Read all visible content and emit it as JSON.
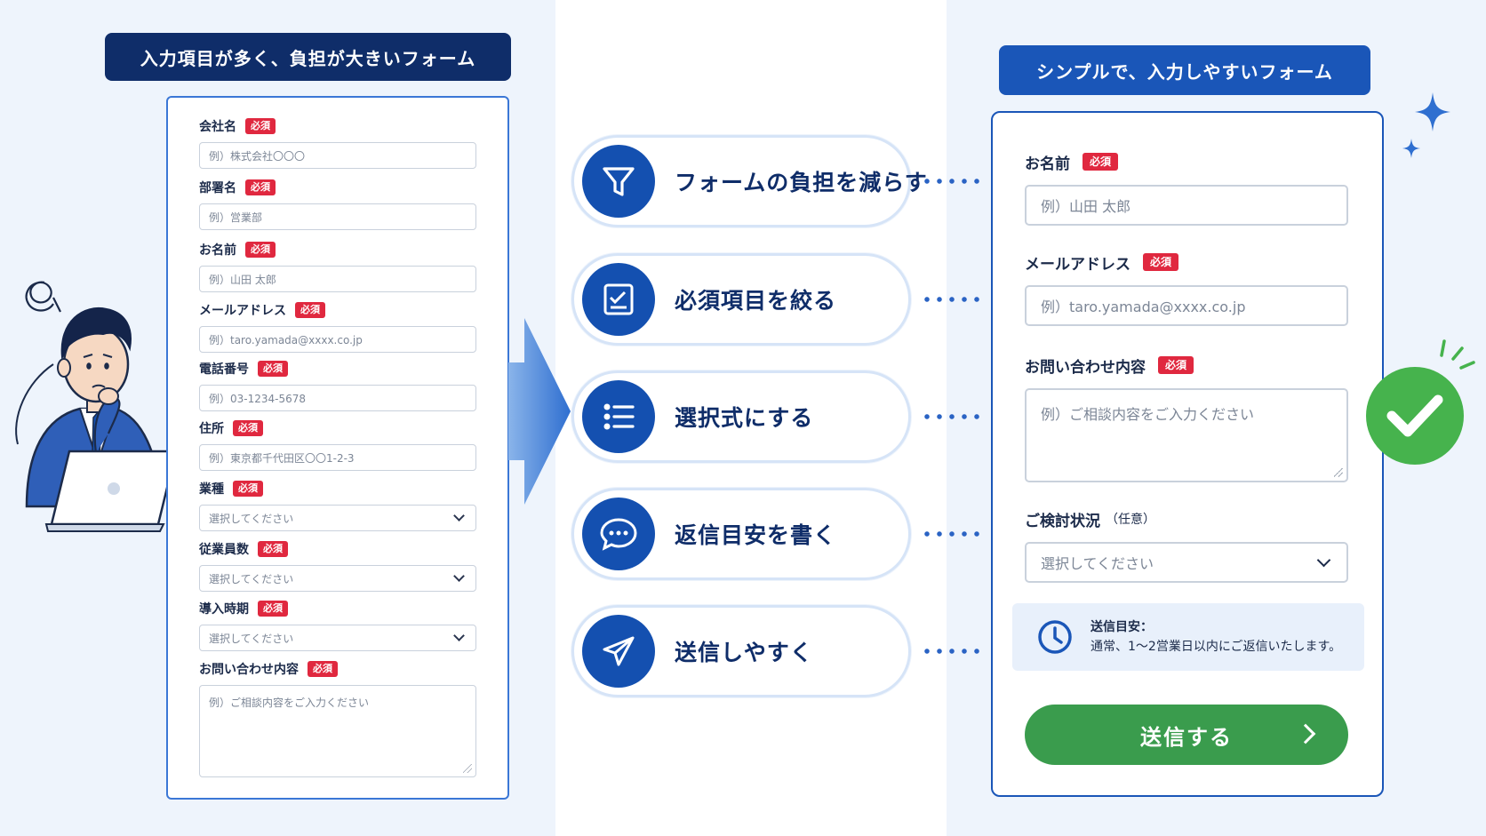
{
  "left": {
    "title": "入力項目が多く、負担が大きいフォーム",
    "required_badge": "必須",
    "fields": [
      {
        "label": "会社名",
        "placeholder": "例）株式会社〇〇〇",
        "type": "text"
      },
      {
        "label": "部署名",
        "placeholder": "例）営業部",
        "type": "text"
      },
      {
        "label": "お名前",
        "placeholder": "例）山田 太郎",
        "type": "text"
      },
      {
        "label": "メールアドレス",
        "placeholder": "例）taro.yamada@xxxx.co.jp",
        "type": "text"
      },
      {
        "label": "電話番号",
        "placeholder": "例）03-1234-5678",
        "type": "text"
      },
      {
        "label": "住所",
        "placeholder": "例）東京都千代田区〇〇1-2-3",
        "type": "text"
      },
      {
        "label": "業種",
        "placeholder": "選択してください",
        "type": "select"
      },
      {
        "label": "従業員数",
        "placeholder": "選択してください",
        "type": "select"
      },
      {
        "label": "導入時期",
        "placeholder": "選択してください",
        "type": "select"
      },
      {
        "label": "お問い合わせ内容",
        "placeholder": "例）ご相談内容をご入力ください",
        "type": "textarea"
      }
    ]
  },
  "tips": [
    {
      "text": "フォームの負担を減らす",
      "icon": "funnel-icon"
    },
    {
      "text": "必須項目を絞る",
      "icon": "checklist-icon"
    },
    {
      "text": "選択式にする",
      "icon": "list-icon"
    },
    {
      "text": "返信目安を書く",
      "icon": "chat-bubble-icon"
    },
    {
      "text": "送信しやすく",
      "icon": "paper-plane-icon"
    }
  ],
  "right": {
    "title": "シンプルで、入力しやすいフォーム",
    "required_badge": "必須",
    "name_label": "お名前",
    "name_placeholder": "例）山田 太郎",
    "email_label": "メールアドレス",
    "email_placeholder": "例）taro.yamada@xxxx.co.jp",
    "inquiry_label": "お問い合わせ内容",
    "inquiry_placeholder": "例）ご相談内容をご入力ください",
    "status_label": "ご検討状況",
    "status_optional": "（任意）",
    "status_placeholder": "選択してください",
    "notice_title": "送信目安：",
    "notice_body": "通常、1〜2営業日以内にご返信いたします。",
    "submit_label": "送信する"
  },
  "colors": {
    "navy": "#0f2d69",
    "blue": "#1a56b8",
    "required_red": "#e0283f",
    "submit_green": "#3a9c4d",
    "check_green": "#46b34d",
    "panel_bg": "#eef4fc"
  }
}
